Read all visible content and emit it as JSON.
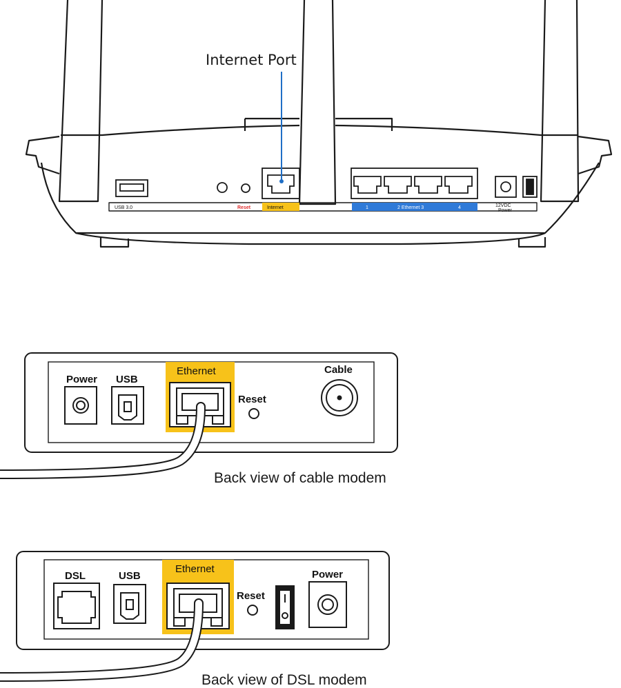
{
  "router": {
    "callout_label": "Internet Port",
    "port_labels": {
      "usb": "USB 3.0",
      "reset": "Reset",
      "internet": "Internet",
      "eth1": "1",
      "eth_mid": "2 Ethernet 3",
      "eth4": "4",
      "power_top": "12VDC",
      "power_bottom": "Power"
    }
  },
  "cable_modem": {
    "labels": {
      "power": "Power",
      "usb": "USB",
      "ethernet": "Ethernet",
      "reset": "Reset",
      "cable": "Cable"
    },
    "caption": "Back view of cable modem"
  },
  "dsl_modem": {
    "labels": {
      "dsl": "DSL",
      "usb": "USB",
      "ethernet": "Ethernet",
      "reset": "Reset",
      "power": "Power"
    },
    "caption": "Back view of DSL modem"
  },
  "colors": {
    "highlight_yellow": "#f7c21a",
    "ethernet_blue": "#2f7ad8",
    "line_blue": "#1f6fc6",
    "reset_red": "#e03030",
    "ink": "#1a1a1a"
  },
  "icons": [
    "router-illustration",
    "ethernet-port-icon",
    "usb-port-icon",
    "power-jack-icon",
    "coax-connector-icon",
    "power-switch-icon",
    "dsl-phone-port-icon",
    "ethernet-cable-icon"
  ]
}
